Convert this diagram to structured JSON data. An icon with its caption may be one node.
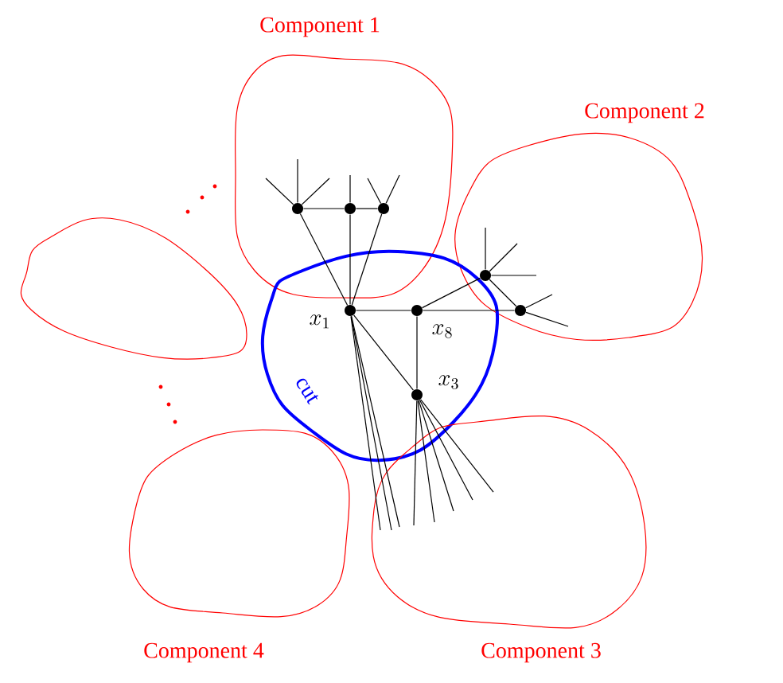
{
  "diagram": {
    "nodes": [
      {
        "text": [
          "Component 1"
        ]
      },
      {
        "text": [
          "Component 2"
        ]
      },
      {
        "text": [],
        "shape": "cloud"
      },
      {
        "text": [
          "cut"
        ]
      },
      {
        "text": [
          "Component 4"
        ]
      },
      {
        "text": [
          "Component 3"
        ]
      },
      {
        "text": [],
        "shape": "circle",
        "in": 0
      },
      {
        "text": [],
        "shape": "circle",
        "in": 0
      },
      {
        "text": [],
        "shape": "circle",
        "in": 0
      },
      {
        "text": [],
        "shape": "circle",
        "in": 1
      },
      {
        "text": [
          "x_1"
        ],
        "in": 3
      },
      {
        "text": [
          "x_8"
        ],
        "in": 3
      },
      {
        "text": [],
        "shape": "circle",
        "in": 1
      },
      {
        "text": [
          "x_3"
        ],
        "in": 3
      }
    ],
    "edges": [
      {
        "from": 6,
        "to": 7,
        "arrow": "none"
      },
      {
        "from": 7,
        "to": 8,
        "arrow": "none"
      },
      {
        "from": 6,
        "to": 10,
        "arrow": "none"
      },
      {
        "from": 7,
        "to": 10,
        "arrow": "none"
      },
      {
        "from": 8,
        "to": 10,
        "arrow": "none"
      },
      {
        "from": 10,
        "to": 11,
        "arrow": "none"
      },
      {
        "from": 11,
        "to": 12,
        "arrow": "none"
      },
      {
        "from": 11,
        "to": 9,
        "arrow": "none"
      },
      {
        "from": 9,
        "to": 12,
        "arrow": "none"
      },
      {
        "from": 11,
        "to": 13,
        "arrow": "none"
      },
      {
        "from": 10,
        "to": 13,
        "arrow": "none"
      },
      {
        "from": 6,
        "to": null,
        "arrow": "none"
      },
      {
        "from": 6,
        "to": null,
        "arrow": "none"
      },
      {
        "from": 6,
        "to": null,
        "arrow": "none"
      },
      {
        "from": 7,
        "to": null,
        "arrow": "none"
      },
      {
        "from": 8,
        "to": null,
        "arrow": "none"
      },
      {
        "from": 8,
        "to": null,
        "arrow": "none"
      },
      {
        "from": 9,
        "to": null,
        "arrow": "none"
      },
      {
        "from": 9,
        "to": null,
        "arrow": "none"
      },
      {
        "from": 9,
        "to": null,
        "arrow": "none"
      },
      {
        "from": 12,
        "to": null,
        "arrow": "none"
      },
      {
        "from": 12,
        "to": null,
        "arrow": "none"
      },
      {
        "from": 10,
        "to": 5,
        "arrow": "none"
      },
      {
        "from": 10,
        "to": 5,
        "arrow": "none"
      },
      {
        "from": 10,
        "to": 5,
        "arrow": "none"
      },
      {
        "from": 13,
        "to": 5,
        "arrow": "none"
      },
      {
        "from": 13,
        "to": 5,
        "arrow": "none"
      },
      {
        "from": 13,
        "to": 5,
        "arrow": "none"
      },
      {
        "from": 13,
        "to": 5,
        "arrow": "none"
      },
      {
        "from": 13,
        "to": 5,
        "arrow": "none"
      }
    ]
  }
}
